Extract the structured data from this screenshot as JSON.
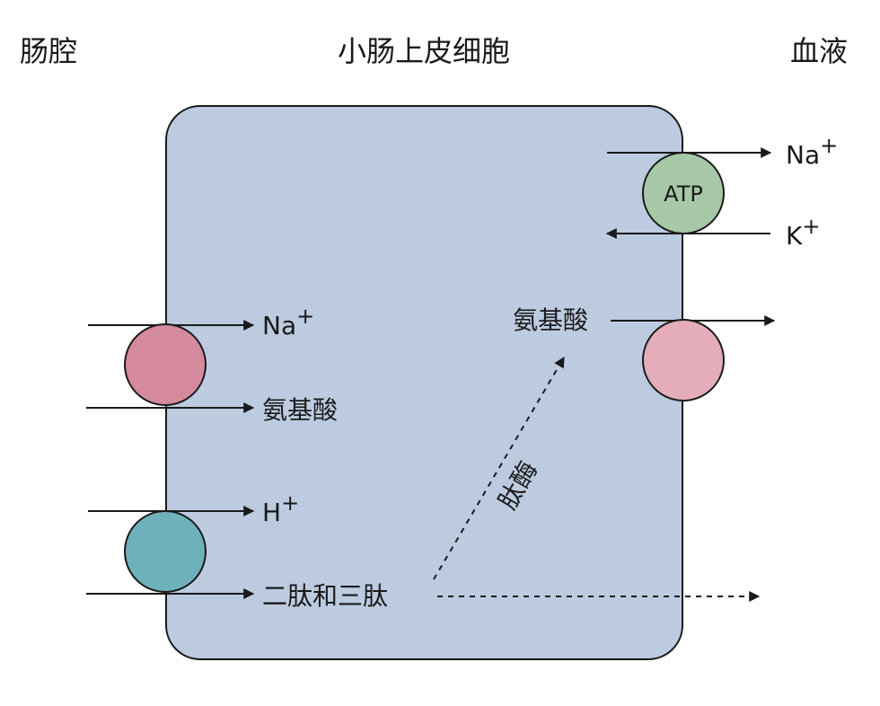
{
  "headers": {
    "lumen": "肠腔",
    "cell": "小肠上皮细胞",
    "blood": "血液"
  },
  "labels": {
    "na_apical": "Na",
    "na_apical_sup": "+",
    "aa_apical": "氨基酸",
    "h_apical": "H",
    "h_apical_sup": "+",
    "peptides": "二肽和三肽",
    "enzyme": "肽酶",
    "aa_internal": "氨基酸",
    "atp": "ATP",
    "na_basal": "Na",
    "na_basal_sup": "+",
    "k_basal": "K",
    "k_basal_sup": "+"
  },
  "colors": {
    "cell_fill": "#bccbe0",
    "cell_stroke": "#1a1a1a",
    "na_aa_transporter": "#d4899c",
    "h_peptide_transporter": "#6fb1bb",
    "atp_pump": "#a7c8a6",
    "aa_basal_transporter": "#e4adb9"
  }
}
